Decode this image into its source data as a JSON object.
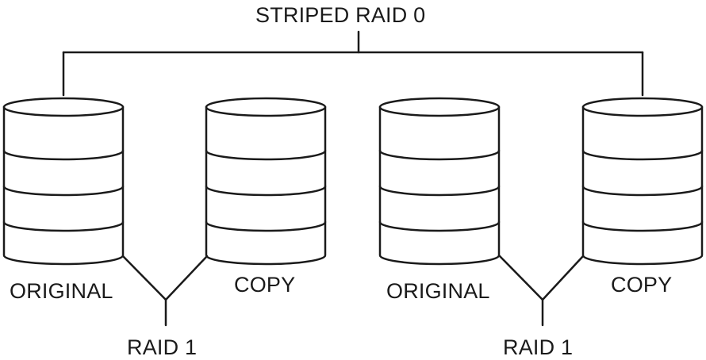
{
  "diagram": {
    "title": "STRIPED RAID 0",
    "groups": [
      {
        "original_label": "ORIGINAL",
        "copy_label": "COPY",
        "mirror_label": "RAID 1"
      },
      {
        "original_label": "ORIGINAL",
        "copy_label": "COPY",
        "mirror_label": "RAID 1"
      }
    ],
    "colors": {
      "stroke": "#1a1a1a",
      "fill": "#ffffff"
    }
  }
}
